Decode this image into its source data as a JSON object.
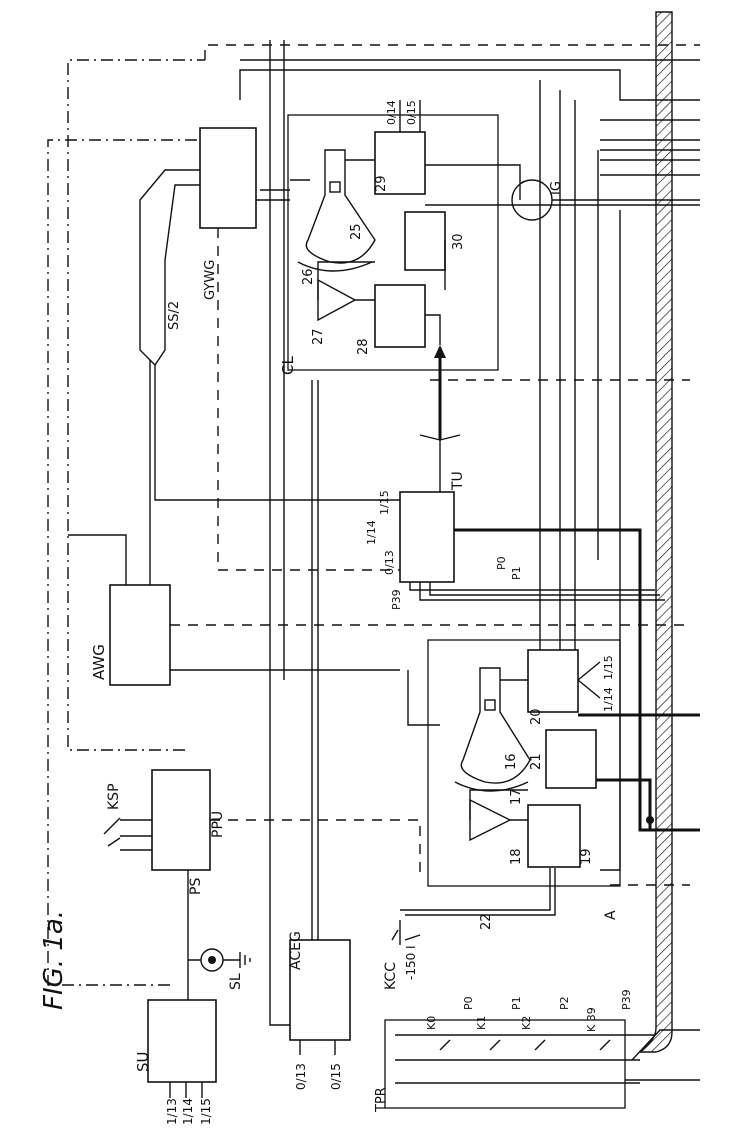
{
  "figure": {
    "title": "FIG. 1a.",
    "rotation_deg": -90
  },
  "blocks": {
    "SU": "SU",
    "PPU": "PPU",
    "AWG": "AWG",
    "GYWG": "GYWG",
    "ACEG": "ACEG",
    "TU": "TU",
    "CL": "CL",
    "TPR": "TPR",
    "KSP": "KSP",
    "KCC": "KCC",
    "SL": "SL",
    "PS": "PS",
    "IG": "IG",
    "A": "A"
  },
  "numerals": {
    "n16": "16",
    "n17": "17",
    "n18": "18",
    "n19": "19",
    "n20": "20",
    "n21": "21",
    "n22": "22",
    "n25": "25",
    "n26": "26",
    "n27": "27",
    "n28": "28",
    "n29": "29",
    "n30": "30"
  },
  "terminals": {
    "su_13": "1/13",
    "su_14": "1/14",
    "su_15": "1/15",
    "aceg_13": "0/13",
    "aceg_15": "0/15",
    "tu_14": "1/14",
    "tu_15": "1/15",
    "tu_013": "0/13",
    "cl_014": "0/14",
    "cl_015": "0/15",
    "b20_115": "1/15",
    "b20_114": "1/14",
    "neg150": "-150 I",
    "ss2": "SS/2"
  },
  "signals": {
    "p39": "P39",
    "p0": "P0",
    "p1": "P1",
    "tpr_p0": "P0",
    "tpr_p1": "P1",
    "tpr_p2": "P2",
    "tpr_p39": "P39"
  },
  "keys": {
    "k0": "K0",
    "k1": "K1",
    "k2": "K2",
    "k39": "K 39"
  }
}
